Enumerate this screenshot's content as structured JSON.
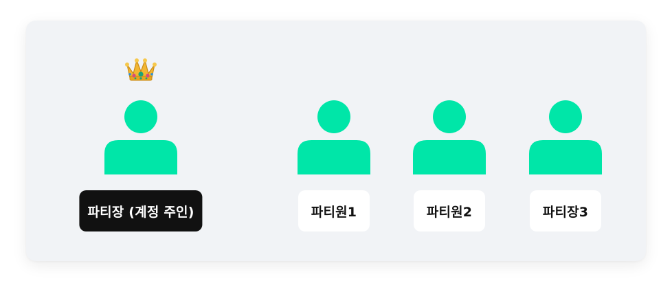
{
  "colors": {
    "avatar": "#00e6a8",
    "owner_badge_bg": "#111111",
    "member_badge_bg": "#ffffff",
    "panel_bg": "#f1f3f6"
  },
  "owner": {
    "badge_icon": "crown-icon",
    "label": "파티장 (계정 주인)"
  },
  "members": [
    {
      "label": "파티원1"
    },
    {
      "label": "파티원2"
    },
    {
      "label": "파티장3"
    }
  ]
}
